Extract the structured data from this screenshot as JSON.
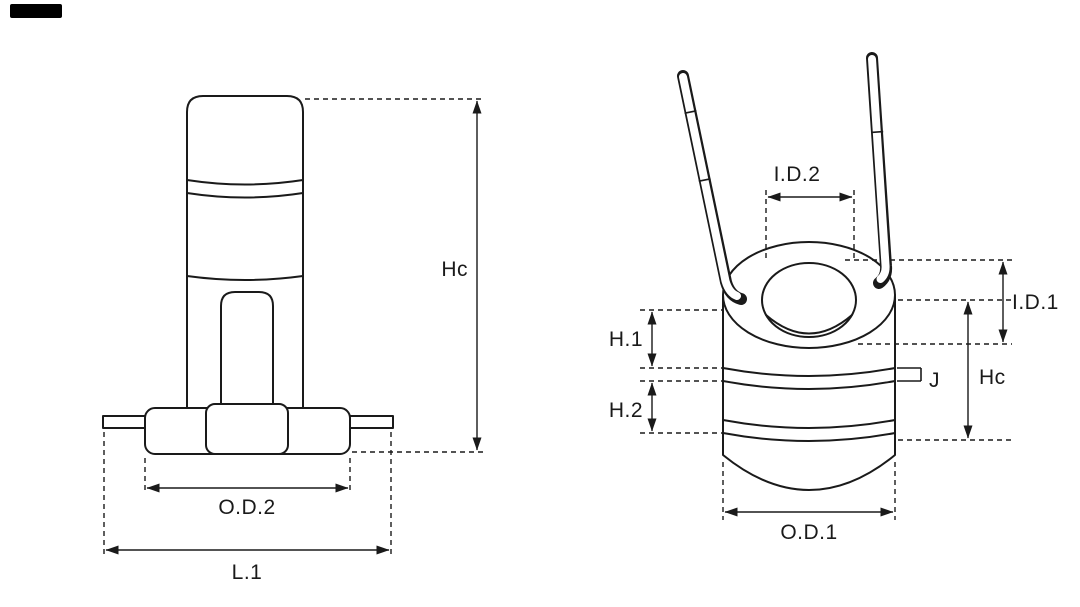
{
  "page": {
    "background": "#ffffff",
    "line_color": "#1a1a1a"
  },
  "logo_fragment": {
    "color": "#000000"
  },
  "side_view": {
    "dimensions": {
      "hc": "Hc",
      "od2": "O.D.2",
      "l1": "L.1"
    }
  },
  "perspective_view": {
    "dimensions": {
      "id2": "I.D.2",
      "id1": "I.D.1",
      "h1": "H.1",
      "h2": "H.2",
      "j": "J",
      "hc": "Hc",
      "od1": "O.D.1"
    }
  }
}
